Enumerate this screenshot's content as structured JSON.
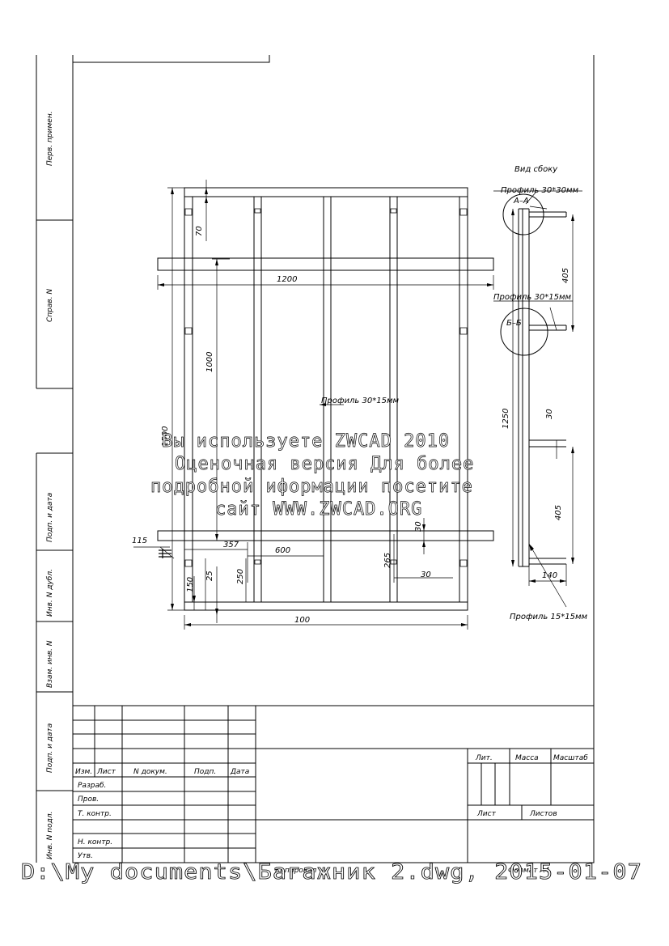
{
  "side_strip": {
    "perv_primen": "Перв. примен.",
    "sprav_n": "Справ. N",
    "podp_data_1": "Подп. и дата",
    "inv_n_dubl": "Инв. N дубл.",
    "vzam_inv_n": "Взам. инв. N",
    "podp_data_2": "Подп. и дата",
    "inv_n_podl": "Инв. N подл."
  },
  "drawing": {
    "side_view_title": "Вид сбоку",
    "profile_30x30": "Профиль 30*30мм",
    "profile_30x15_side": "Профиль 30*15мм",
    "profile_30x15_mid": "Профиль 30*15мм",
    "profile_15x15": "Профиль 15*15мм",
    "section_a": "А–А",
    "section_b": "Б–Б",
    "dims": {
      "d70": "70",
      "d1200": "1200",
      "d1000": "1000",
      "d1500": "1500",
      "d115": "115",
      "d357": "357",
      "d600": "600",
      "d150": "150",
      "d25": "25",
      "d250": "250",
      "d265": "265",
      "d30_front": "30",
      "d30_small": "30",
      "d100": "100",
      "d405_top": "405",
      "d1250": "1250",
      "d30_side": "30",
      "d405_bottom": "405",
      "d140": "140"
    }
  },
  "watermark": {
    "line1": "Вы используете ZWCAD 2010",
    "line2": "Оценочная версия Для более",
    "line3": "подробной иформации посетите",
    "line4": "сайт WWW.ZWCAD.ORG"
  },
  "title_block": {
    "izm": "Изм.",
    "list": "Лист",
    "n_dokum": "N докум.",
    "podp": "Подп.",
    "data": "Дата",
    "razrab": "Разраб.",
    "prov": "Пров.",
    "t_kontr": "Т. контр.",
    "n_kontr": "Н. контр.",
    "utv": "Утв.",
    "lit": "Лит.",
    "massa": "Масса",
    "masshtab": "Масштаб",
    "list_r": "Лист",
    "listov": "Листов",
    "kopiroval": "Копировал",
    "format": "Формат А4"
  },
  "file_path": "D:\\My documents\\Багажник 2.dwg, 2015-01-07"
}
